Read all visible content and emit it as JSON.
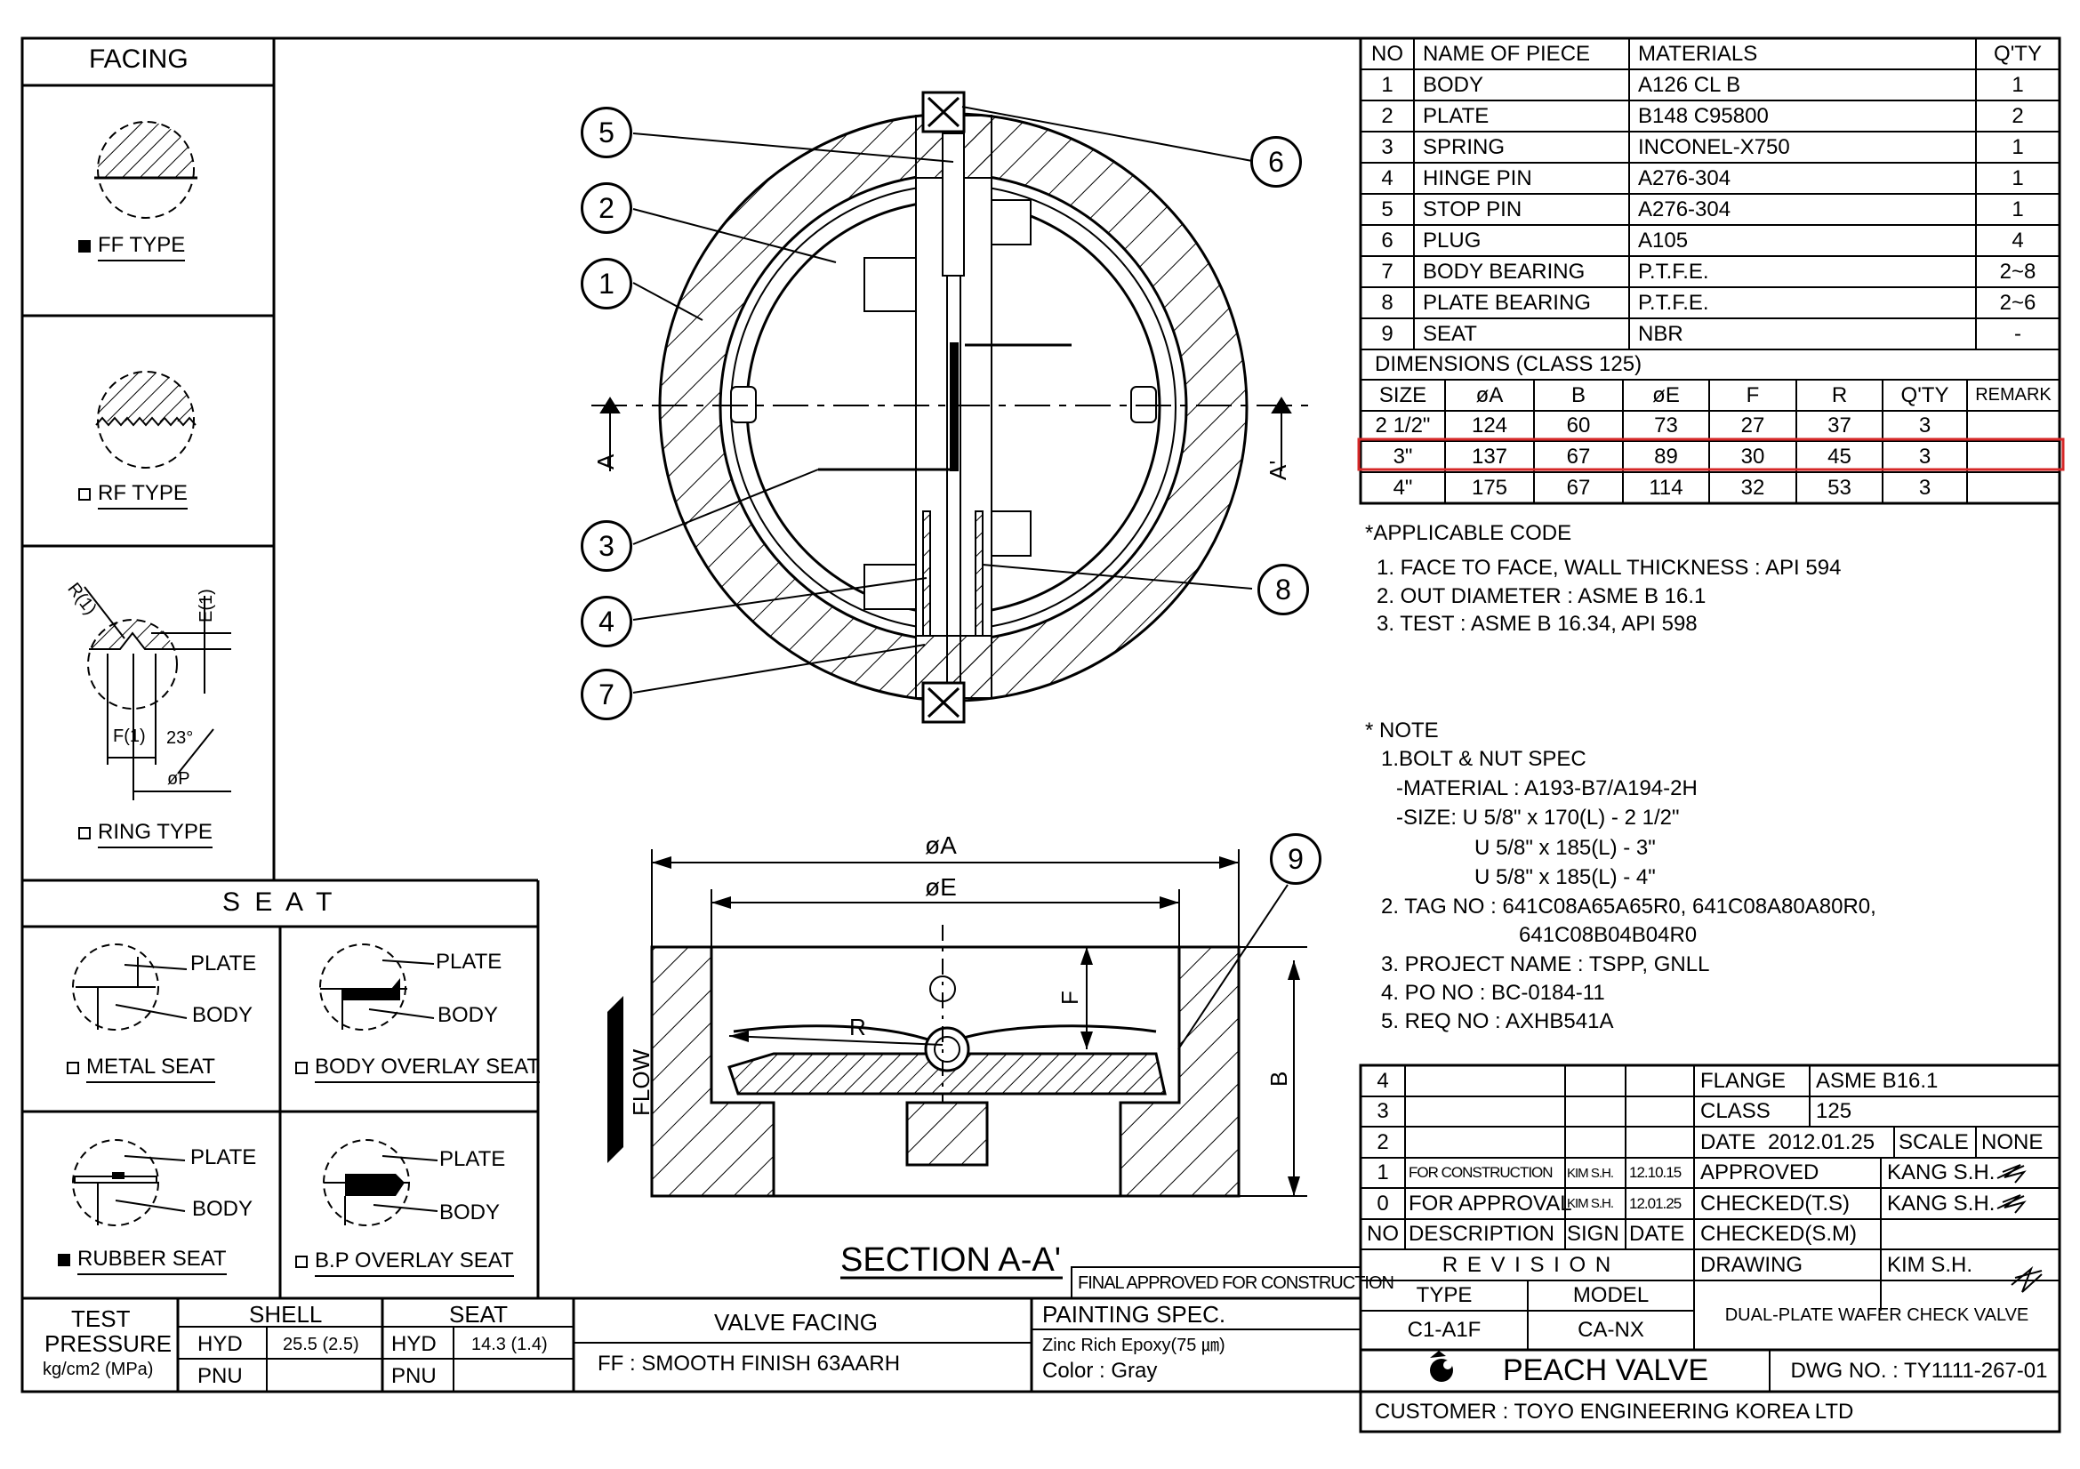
{
  "facing": {
    "title": "FACING",
    "ff_label": "FF TYPE",
    "rf_label": "RF TYPE",
    "ring_label": "RING TYPE",
    "ring_dims": {
      "r": "R(1)",
      "e": "E(1)",
      "f": "F(1)",
      "angle": "23°",
      "p": "øP"
    }
  },
  "seat": {
    "title": "S E A T",
    "plate": "PLATE",
    "body": "BODY",
    "metal": "METAL SEAT",
    "body_overlay": "BODY OVERLAY SEAT",
    "rubber": "RUBBER SEAT",
    "bp_overlay": "B.P OVERLAY SEAT"
  },
  "test": {
    "label_line1": "TEST",
    "label_line2": "PRESSURE",
    "label_line3": "kg/cm2 (MPa)",
    "shell": "SHELL",
    "seat": "SEAT",
    "hyd": "HYD",
    "pnu": "PNU",
    "shell_hyd_value": "25.5 (2.5)",
    "seat_hyd_value": "14.3 (1.4)"
  },
  "valve_facing": {
    "header": "VALVE FACING",
    "value": "FF : SMOOTH FINISH 63AARH"
  },
  "painting": {
    "header": "PAINTING SPEC.",
    "line1": "Zinc Rich Epoxy(75 ㎛)",
    "line2": "Color : Gray"
  },
  "view": {
    "section_title": "SECTION A-A'",
    "cut_a": "A",
    "cut_a2": "A'",
    "balloons": [
      "1",
      "2",
      "3",
      "4",
      "5",
      "6",
      "7",
      "8",
      "9"
    ],
    "dim_a": "øA",
    "dim_e": "øE",
    "dim_f": "F",
    "dim_r": "R",
    "dim_b": "B",
    "flow": "FLOW"
  },
  "parts": {
    "headers": [
      "NO",
      "NAME OF PIECE",
      "MATERIALS",
      "Q'TY"
    ],
    "rows": [
      [
        "1",
        "BODY",
        "A126 CL B",
        "1"
      ],
      [
        "2",
        "PLATE",
        "B148 C95800",
        "2"
      ],
      [
        "3",
        "SPRING",
        "INCONEL-X750",
        "1"
      ],
      [
        "4",
        "HINGE PIN",
        "A276-304",
        "1"
      ],
      [
        "5",
        "STOP PIN",
        "A276-304",
        "1"
      ],
      [
        "6",
        "PLUG",
        "A105",
        "4"
      ],
      [
        "7",
        "BODY BEARING",
        "P.T.F.E.",
        "2~8"
      ],
      [
        "8",
        "PLATE BEARING",
        "P.T.F.E.",
        "2~6"
      ],
      [
        "9",
        "SEAT",
        "NBR",
        "-"
      ]
    ]
  },
  "dimensions": {
    "title": "DIMENSIONS (CLASS 125)",
    "headers": [
      "SIZE",
      "øA",
      "B",
      "øE",
      "F",
      "R",
      "Q'TY",
      "REMARK"
    ],
    "rows": [
      [
        "2 1/2\"",
        "124",
        "60",
        "73",
        "27",
        "37",
        "3",
        ""
      ],
      [
        "3\"",
        "137",
        "67",
        "89",
        "30",
        "45",
        "3",
        ""
      ],
      [
        "4\"",
        "175",
        "67",
        "114",
        "32",
        "53",
        "3",
        ""
      ]
    ],
    "highlight_color": "#d62828"
  },
  "codes": {
    "title": "*APPLICABLE CODE",
    "items": [
      "1. FACE TO FACE, WALL THICKNESS : API 594",
      "2. OUT DIAMETER : ASME B 16.1",
      "3. TEST : ASME B 16.34, API 598"
    ]
  },
  "notes": {
    "title": "* NOTE",
    "lines": [
      "1.BOLT & NUT SPEC",
      "-MATERIAL : A193-B7/A194-2H",
      "-SIZE: U 5/8\" x 170(L) - 2 1/2\"",
      "U 5/8\" x 185(L) - 3\"",
      "U 5/8\" x 185(L) - 4\"",
      "2. TAG NO : 641C08A65A65R0, 641C08A80A80R0,",
      "641C08B04B04R0",
      "3. PROJECT NAME : TSPP, GNLL",
      "4. PO NO : BC-0184-11",
      "5. REQ NO : AXHB541A"
    ]
  },
  "revision": {
    "rows": [
      {
        "no": "4",
        "desc": "",
        "sign": "",
        "date": ""
      },
      {
        "no": "3",
        "desc": "",
        "sign": "",
        "date": ""
      },
      {
        "no": "2",
        "desc": "",
        "sign": "",
        "date": ""
      },
      {
        "no": "1",
        "desc": "FOR CONSTRUCTION",
        "sign": "KIM S.H.",
        "date": "12.10.15"
      },
      {
        "no": "0",
        "desc": "FOR APPROVAL",
        "sign": "KIM S.H.",
        "date": "12.01.25"
      }
    ],
    "header": {
      "no": "NO",
      "desc": "DESCRIPTION",
      "sign": "SIGN",
      "date": "DATE"
    },
    "title": "R E V I S I O N"
  },
  "title_block": {
    "flange_label": "FLANGE",
    "flange_value": "ASME B16.1",
    "class_label": "CLASS",
    "class_value": "125",
    "date_label": "DATE",
    "date_value": "2012.01.25",
    "scale_label": "SCALE",
    "scale_value": "NONE",
    "approved_label": "APPROVED",
    "approved_value": "KANG S.H.",
    "checked_ts_label": "CHECKED(T.S)",
    "checked_ts_value": "KANG S.H.",
    "checked_sm_label": "CHECKED(S.M)",
    "drawing_label": "DRAWING",
    "drawing_value": "KIM S.H.",
    "type_label": "TYPE",
    "type_value": "C1-A1F",
    "model_label": "MODEL",
    "model_value": "CA-NX",
    "product": "DUAL-PLATE WAFER CHECK VALVE",
    "company": "PEACH VALVE",
    "dwg_no": "DWG NO. : TY1111-267-01",
    "customer": "CUSTOMER : TOYO ENGINEERING KOREA LTD",
    "stamp": "FINAL APPROVED FOR CONSTRUCTION"
  }
}
